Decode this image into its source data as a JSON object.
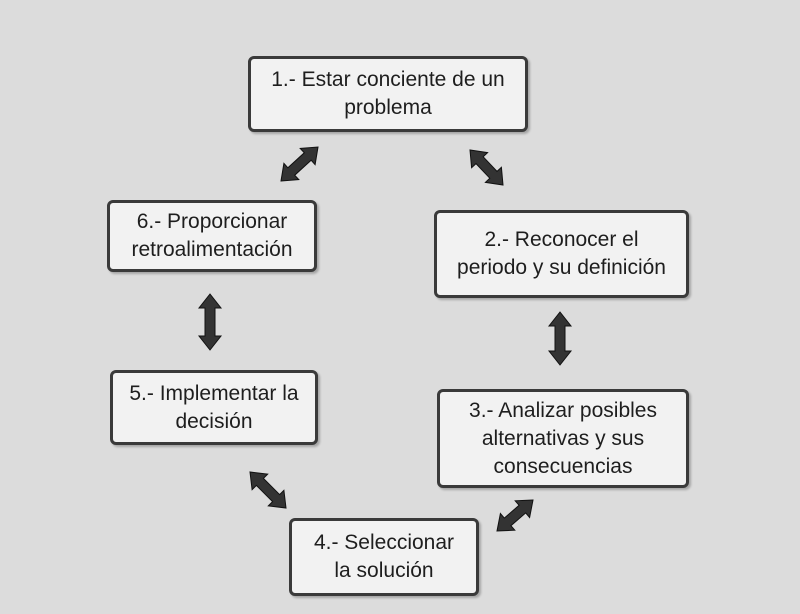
{
  "diagram": {
    "steps": [
      {
        "id": "1",
        "text": "1.- Estar conciente de un\nproblema"
      },
      {
        "id": "2",
        "text": "2.- Reconocer el\nperiodo y su definición"
      },
      {
        "id": "3",
        "text": "3.- Analizar posibles\nalternativas y sus\nconsecuencias"
      },
      {
        "id": "4",
        "text": "4.- Seleccionar\nla solución"
      },
      {
        "id": "5",
        "text": "5.- Implementar la\ndecisión"
      },
      {
        "id": "6",
        "text": "6.- Proporcionar\nretroalimentación"
      }
    ],
    "connections": [
      {
        "from": "1",
        "to": "2",
        "style": "double-arrow"
      },
      {
        "from": "2",
        "to": "3",
        "style": "double-arrow"
      },
      {
        "from": "3",
        "to": "4",
        "style": "double-arrow"
      },
      {
        "from": "4",
        "to": "5",
        "style": "double-arrow"
      },
      {
        "from": "5",
        "to": "6",
        "style": "double-arrow"
      },
      {
        "from": "6",
        "to": "1",
        "style": "double-arrow"
      }
    ],
    "colors": {
      "background": "#dcdcdc",
      "box_fill": "#f2f2f2",
      "box_border": "#3a3a3a",
      "arrow": "#333333",
      "text": "#1e1e1e"
    }
  }
}
